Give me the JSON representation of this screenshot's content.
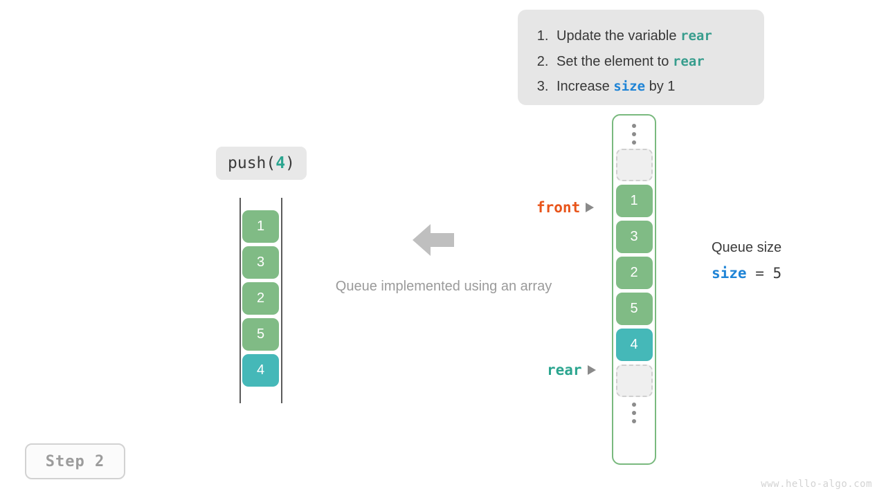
{
  "instructions": {
    "items": [
      {
        "num": "1.",
        "pre": "Update the variable ",
        "code": "rear",
        "code_style": "teal",
        "post": ""
      },
      {
        "num": "2.",
        "pre": "Set the element to ",
        "code": "rear",
        "code_style": "teal",
        "post": ""
      },
      {
        "num": "3.",
        "pre": "Increase ",
        "code": "size",
        "code_style": "blue",
        "post": " by 1"
      }
    ]
  },
  "operation": {
    "name": "push(",
    "arg": "4",
    "close": ")"
  },
  "left_array": {
    "label": "logical-queue",
    "cells": [
      {
        "value": "1",
        "style": "green"
      },
      {
        "value": "3",
        "style": "green"
      },
      {
        "value": "2",
        "style": "green"
      },
      {
        "value": "5",
        "style": "green"
      },
      {
        "value": "4",
        "style": "teal"
      }
    ]
  },
  "center": {
    "arrow_icon": "arrow-left-icon",
    "caption": "Queue implemented using an array"
  },
  "queue_container": {
    "top_ellipsis": "vertical-ellipsis-icon",
    "bottom_ellipsis": "vertical-ellipsis-icon",
    "slots": [
      {
        "type": "empty",
        "value": ""
      },
      {
        "type": "filled",
        "value": "1",
        "style": "green"
      },
      {
        "type": "filled",
        "value": "3",
        "style": "green"
      },
      {
        "type": "filled",
        "value": "2",
        "style": "green"
      },
      {
        "type": "filled",
        "value": "5",
        "style": "green"
      },
      {
        "type": "filled",
        "value": "4",
        "style": "teal"
      },
      {
        "type": "empty",
        "value": ""
      }
    ]
  },
  "pointers": {
    "front": {
      "label": "front",
      "color": "#e8541a"
    },
    "rear": {
      "label": "rear",
      "color": "#2ba58f"
    }
  },
  "size_readout": {
    "title": "Queue size",
    "variable": "size",
    "operator": " = ",
    "value": "5"
  },
  "step_badge": {
    "label": "Step 2"
  },
  "watermark": {
    "text": "www.hello-algo.com"
  },
  "colors": {
    "green_cell": "#80bb85",
    "teal_cell": "#45b8b8",
    "container_border": "#79b97e",
    "front_orange": "#e8541a",
    "rear_teal": "#2ba58f",
    "size_blue": "#1f84d6",
    "panel_gray": "#e6e6e6",
    "muted_text": "#9a9a9a"
  }
}
